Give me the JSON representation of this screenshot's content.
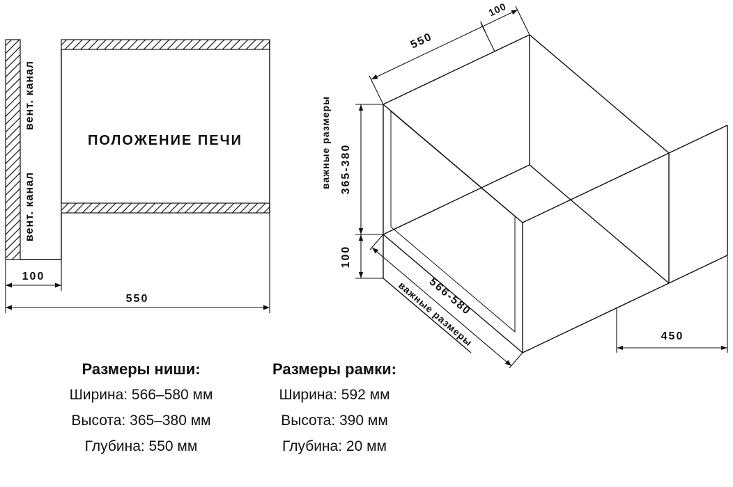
{
  "left_diagram": {
    "title": "ПОЛОЖЕНИЕ ПЕЧИ",
    "vent_label_top": "вент. канал",
    "vent_label_bottom": "вент. канал",
    "dim_channel": "100",
    "dim_depth": "550"
  },
  "right_diagram": {
    "dim_depth": "550",
    "dim_rear_gap": "100",
    "important_dims_left": "важные размеры",
    "dim_height": "365-380",
    "dim_below": "100",
    "dim_width": "566-580",
    "important_dims_bottom": "важные размеры",
    "dim_oven_depth": "450"
  },
  "niche_specs": {
    "heading": "Размеры ниши:",
    "width": "Ширина: 566–580 мм",
    "height": "Высота: 365–380 мм",
    "depth": "Глубина: 550 мм"
  },
  "frame_specs": {
    "heading": "Размеры рамки:",
    "width": "Ширина: 592 мм",
    "height": "Высота: 390 мм",
    "depth": "Глубина: 20 мм"
  }
}
